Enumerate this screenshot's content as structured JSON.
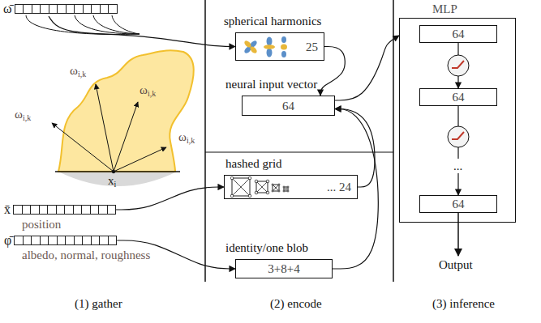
{
  "diagram": {
    "nodes": [
      {
        "text": [
          "ω̄"
        ]
      },
      {
        "text": [
          "x̄",
          "position"
        ]
      },
      {
        "text": [
          "φ̄",
          "albedo, normal, roughness"
        ]
      },
      {
        "text": [
          "spherical harmonics",
          "25"
        ]
      },
      {
        "text": [
          "neural input vector",
          "64"
        ]
      },
      {
        "text": [
          "hashed grid",
          "... 24"
        ]
      },
      {
        "text": [
          "identity/one blob",
          "3+8+4"
        ]
      },
      {
        "text": [
          "MLP"
        ]
      },
      {
        "text": [
          "64"
        ],
        "in": 7
      },
      {
        "text": [
          "64"
        ],
        "in": 7
      },
      {
        "text": [
          "64"
        ],
        "in": 7
      }
    ],
    "edges": [
      {
        "from": 0,
        "to": 3,
        "arrow": "to"
      },
      {
        "from": 1,
        "to": 5,
        "arrow": "to"
      },
      {
        "from": 2,
        "to": 6,
        "arrow": "to"
      },
      {
        "from": 3,
        "to": 4,
        "arrow": "to"
      },
      {
        "from": 5,
        "to": 4,
        "arrow": "to"
      },
      {
        "from": 6,
        "to": 4,
        "arrow": "to"
      },
      {
        "from": 4,
        "to": 7,
        "arrow": "to"
      },
      {
        "from": 8,
        "to": 9,
        "arrow": "to"
      },
      {
        "from": 9,
        "to": 10,
        "arrow": "to"
      }
    ],
    "labels": [
      "ωi,k",
      "ωi,k",
      "ωi,k",
      "ωi,k",
      "xi",
      "...",
      "Output",
      "(1) gather",
      "(2) encode",
      "(3) inference"
    ]
  }
}
